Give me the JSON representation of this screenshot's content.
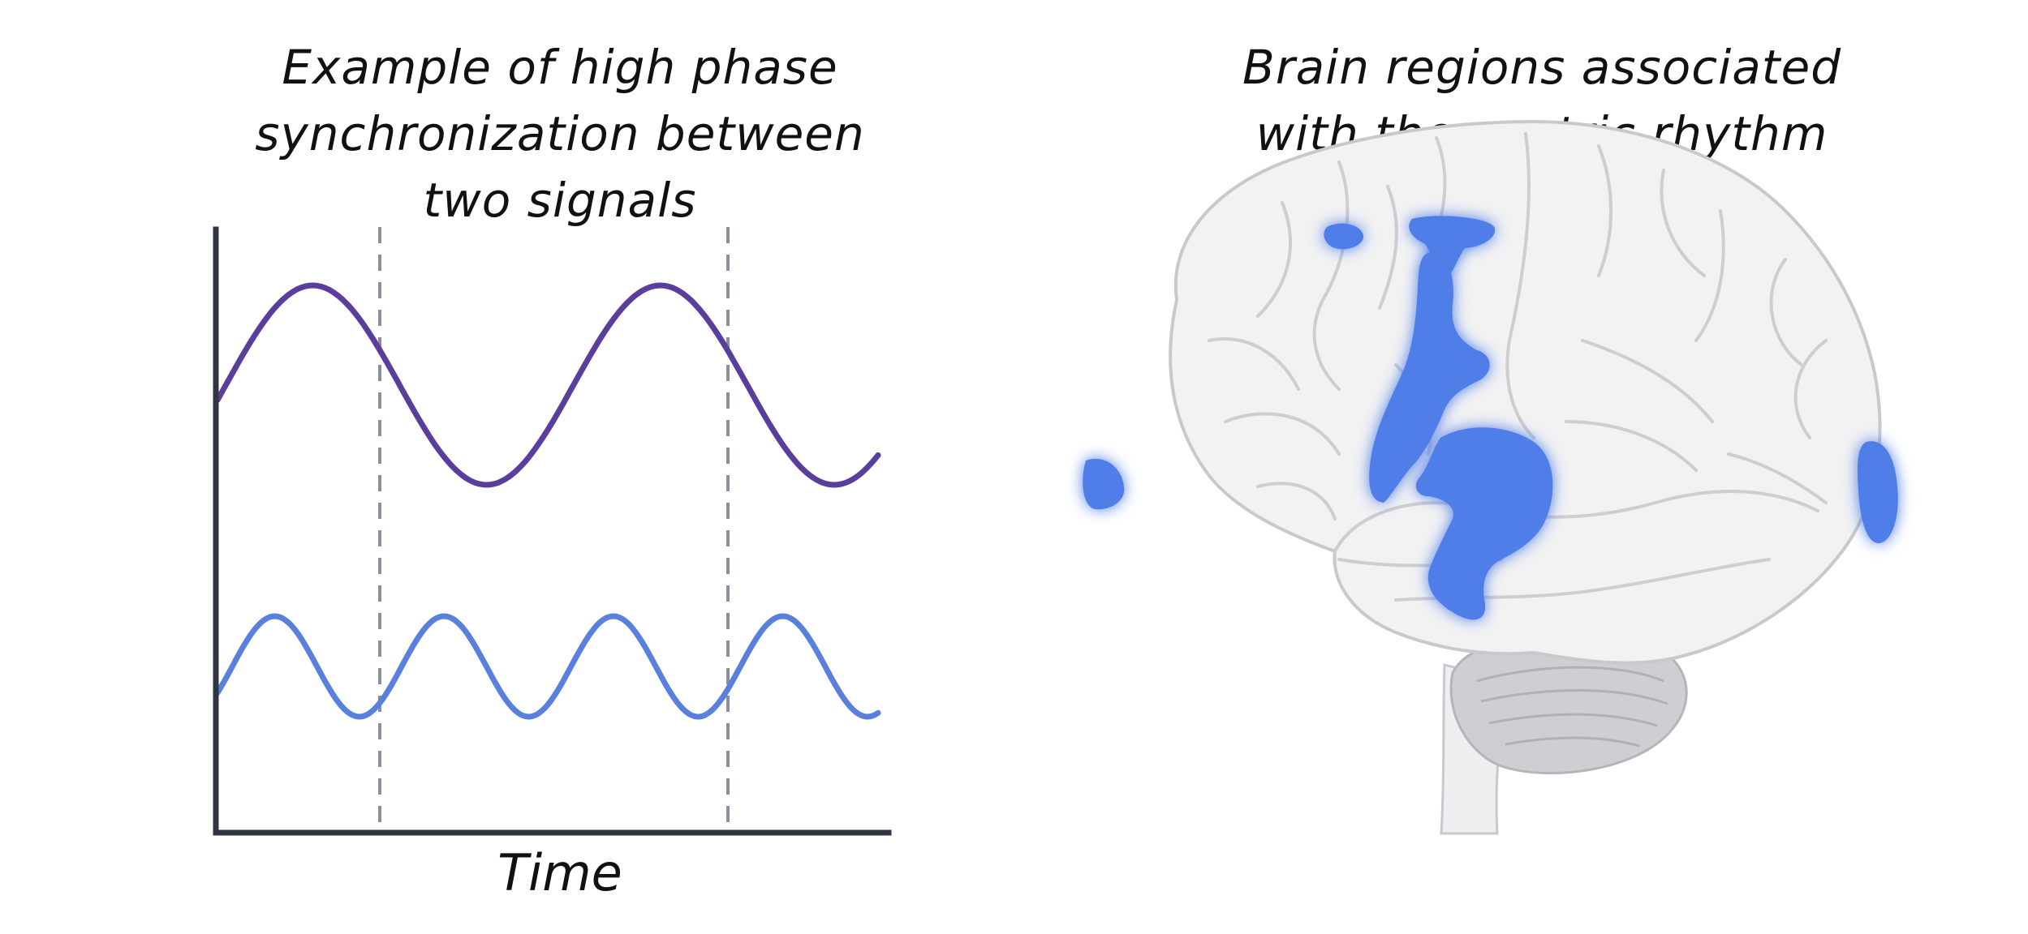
{
  "left": {
    "title": "Example of high phase\nsynchronization between\ntwo signals",
    "xlabel": "Time"
  },
  "right": {
    "title": "Brain regions associated\nwith the gastric rhythm"
  },
  "colors": {
    "slow_signal": "#5b3d9c",
    "fast_signal": "#5a80de",
    "axis": "#2f3542",
    "guides": "#8a8f99",
    "brain_fill": "#f2f2f3",
    "brain_outline": "#c9c9cd",
    "highlight": "#4f7ee8"
  },
  "chart_data": {
    "type": "line",
    "xlabel": "Time",
    "ylabel": "",
    "grid": false,
    "series": [
      {
        "shape": "sine",
        "cycles": 1.9,
        "role": "upper",
        "color": "#5b3d9c"
      },
      {
        "shape": "sine",
        "cycles": 3.9,
        "role": "lower",
        "color": "#5a80de"
      }
    ],
    "phase_markers": 2
  }
}
